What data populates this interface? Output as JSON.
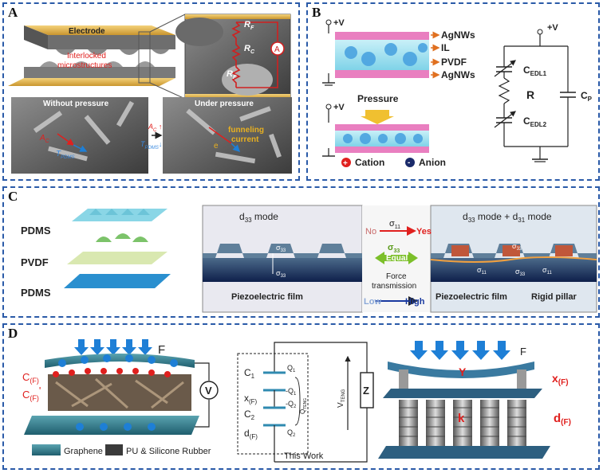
{
  "panels": {
    "A": {
      "label": "A",
      "electrode": "Electrode",
      "interlocked_line1": "Interlocked",
      "interlocked_line2": "microstructures",
      "resistor_top": "R",
      "resistor_top_sub": "F",
      "resistor_mid": "R",
      "resistor_mid_sub": "C",
      "resistor_bot": "R",
      "resistor_bot_sub": "F",
      "ammeter": "A",
      "without_pressure": "Without pressure",
      "under_pressure": "Under pressure",
      "ac_label": "A",
      "ac_sub": "C",
      "tpdms_label": "T",
      "tpdms_sub": "PDMS",
      "funneling_line1": "funneling",
      "funneling_line2": "current",
      "electron": "e"
    },
    "B": {
      "label": "B",
      "plus_v_top": "+V",
      "agnws_top": "AgNWs",
      "il": "IL",
      "pvdf": "PVDF",
      "agnws_bottom": "AgNWs",
      "plus_v_mid": "+V",
      "pressure": "Pressure",
      "cation": "Cation",
      "anion": "Anion",
      "plus_v_circuit": "+V",
      "cedl1": "C",
      "cedl1_sub": "EDL1",
      "r": "R",
      "cp": "C",
      "cp_sub": "P",
      "cedl2": "C",
      "cedl2_sub": "EDL2"
    },
    "C": {
      "label": "C",
      "pdms_top": "PDMS",
      "pvdf": "PVDF",
      "pdms_bottom": "PDMS",
      "d33_mode": "d",
      "d33_mode_sub": "33",
      "d33_mode_rest": " mode",
      "d33_d31_mode_a": "d",
      "d33_d31_sub1": "33",
      "d33_d31_mid": " mode + d",
      "d33_d31_sub2": "31",
      "d33_d31_rest": " mode",
      "sigma11": "σ",
      "sigma11_sub": "11",
      "no": "No",
      "yes": "Yes",
      "sigma33": "σ",
      "sigma33_sub": "33",
      "equal": "Equal",
      "force_line1": "Force",
      "force_line2": "transmission",
      "low": "Low",
      "high": "High",
      "piezo_left": "Piezoelectric film",
      "piezo_right": "Piezoelectric film",
      "rigid_pillar": "Rigid pillar",
      "s33": "σ",
      "s33_sub": "33",
      "s11": "σ",
      "s11_sub": "11"
    },
    "D": {
      "label": "D",
      "force_left": "F",
      "cf_top": "C",
      "cf_top_sub": "(F)",
      "cf_bot": "C",
      "cf_bot_sub": "(F)",
      "cf_bot_prime": "'",
      "voltmeter": "V",
      "legend_graphene": "Graphene",
      "legend_pu": "PU & Silicone Rubber",
      "c1": "C",
      "c1_sub": "1",
      "xf": "x",
      "xf_sub": "(F)",
      "c2": "C",
      "c2_sub": "2",
      "df": "d",
      "df_sub": "(F)",
      "q1": "Q",
      "q1_sub": "1",
      "mq1": "-Q",
      "mq1_sub": "1",
      "mq2": "-Q",
      "mq2_sub": "2",
      "q2": "Q",
      "q2_sub": "2",
      "qteng": "Q",
      "qteng_sub": "TENG",
      "vteng": "V",
      "vteng_sub": "TENG",
      "z": "Z",
      "this_work": "This Work",
      "force_right": "F",
      "y": "Y",
      "x_right": "x",
      "x_right_sub": "(F)",
      "k": "k",
      "d_right": "d",
      "d_right_sub": "(F)"
    }
  },
  "colors": {
    "border": "#2a5aa8",
    "red": "#e0201e",
    "blue_arrow": "#1e7fd6",
    "teal": "#2f7d8f",
    "gold": "#e3b546"
  }
}
